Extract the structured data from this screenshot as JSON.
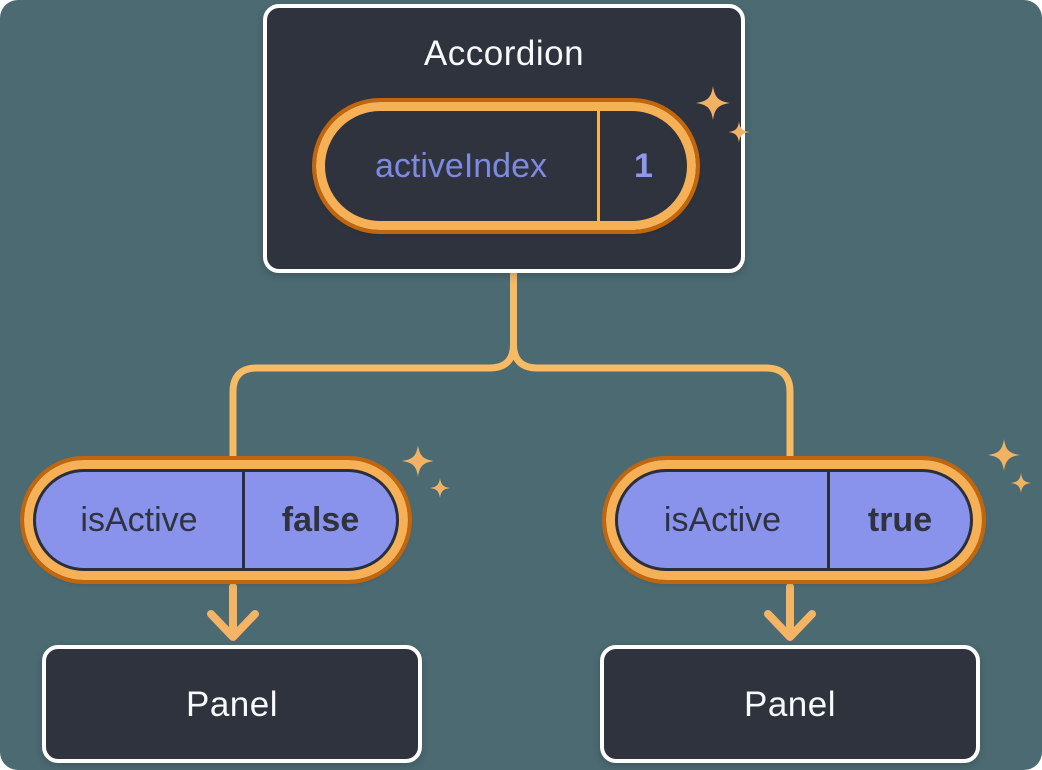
{
  "diagram": {
    "root": {
      "title": "Accordion",
      "state": {
        "name": "activeIndex",
        "value": "1"
      }
    },
    "children": [
      {
        "prop": {
          "name": "isActive",
          "value": "false"
        },
        "panel": {
          "title": "Panel"
        }
      },
      {
        "prop": {
          "name": "isActive",
          "value": "true"
        },
        "panel": {
          "title": "Panel"
        }
      }
    ],
    "icons": {
      "sparkle": "sparkle-icon"
    },
    "colors": {
      "background": "#4c6a72",
      "box_fill": "#2e333e",
      "box_border": "#ffffff",
      "ring_light": "#f6b157",
      "ring_dark": "#c2660e",
      "connector": "#f6bb63",
      "sparkle": "#f2b264",
      "prop_pill_fill": "#8a93ec",
      "state_text": "#7e89e0",
      "state_value_text": "#8e99ee",
      "dark_text": "#2e333e",
      "title_text": "#f7f9fb"
    }
  }
}
